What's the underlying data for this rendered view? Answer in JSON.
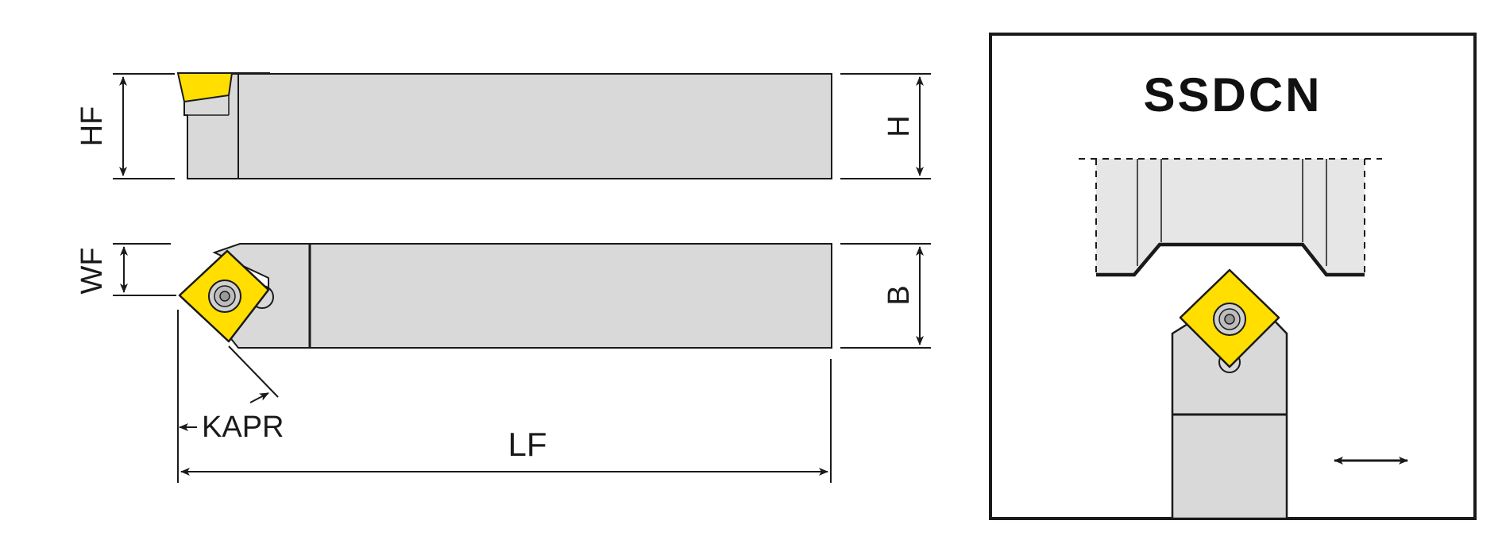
{
  "diagram": {
    "dimension_labels": {
      "hf": "HF",
      "h": "H",
      "wf": "WF",
      "b": "B",
      "kapr": "KAPR",
      "lf": "LF"
    },
    "detail_panel": {
      "title": "SSDCN"
    }
  },
  "colors": {
    "insert": "#ffde00",
    "holder": "#d9d9d9",
    "workpiece": "#e6e6e6",
    "line": "#1a1a1a",
    "panel_border": "#1a1a1a"
  },
  "icons": [
    "bidirectional-arrow-icon",
    "screw-icon"
  ]
}
